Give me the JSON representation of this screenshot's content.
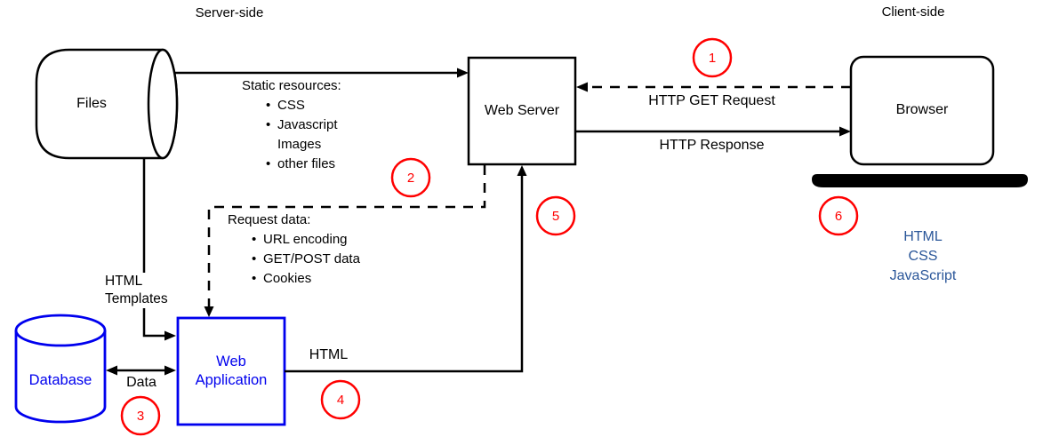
{
  "titles": {
    "server_side": "Server-side",
    "client_side": "Client-side"
  },
  "nodes": {
    "files": "Files",
    "web_server": "Web Server",
    "browser": "Browser",
    "database": "Database",
    "web_application": "Web Application"
  },
  "edge_labels": {
    "http_get_request": "HTTP GET Request",
    "http_response": "HTTP Response",
    "html_templates": "HTML Templates",
    "data": "Data",
    "html": "HTML"
  },
  "annotations": {
    "bullet_glyph": "•",
    "static_resources": {
      "heading": "Static resources:",
      "bullet_1": "CSS",
      "bullet_2": "Javascript",
      "bullet_2_cont": "Images",
      "bullet_3": "other files"
    },
    "request_data": {
      "heading": "Request data:",
      "bullet_1": "URL encoding",
      "bullet_2": "GET/POST data",
      "bullet_3": "Cookies"
    },
    "client_stack": {
      "line_1": "HTML",
      "line_2": "CSS",
      "line_3": "JavaScript"
    }
  },
  "steps": {
    "s1": "1",
    "s2": "2",
    "s3": "3",
    "s4": "4",
    "s5": "5",
    "s6": "6"
  },
  "colors": {
    "node_blue": "#0000ee",
    "step_red": "#ff0000",
    "stack_blue": "#2a5699",
    "line_black": "#000000"
  }
}
